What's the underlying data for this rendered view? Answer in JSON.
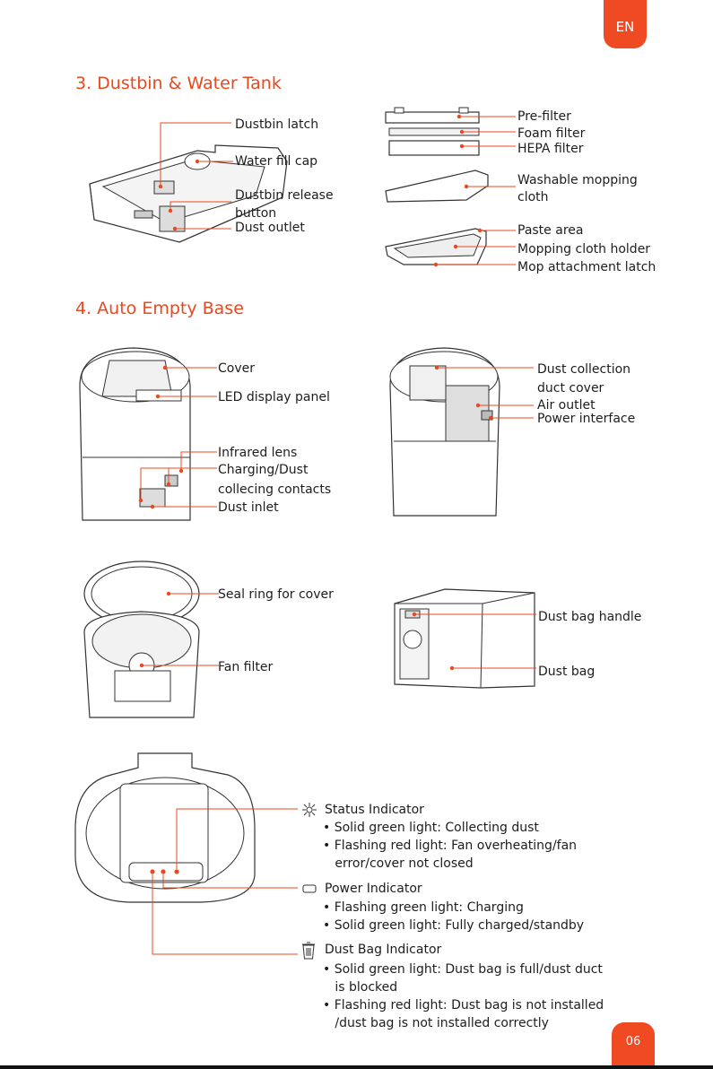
{
  "lang_tab": "EN",
  "page_number": "06",
  "colors": {
    "accent": "#f04a23",
    "text": "#1d1d1d",
    "line": "#e8491f"
  },
  "section3": {
    "title": "3. Dustbin & Water Tank",
    "dustbin_labels": [
      "Dustbin latch",
      "Water fill cap",
      "Dustbin release",
      "button",
      "Dust outlet"
    ],
    "tank_labels": [
      "Pre-filter",
      "Foam filter",
      "HEPA filter",
      "Washable mopping",
      "cloth",
      "Paste area",
      "Mopping cloth holder",
      "Mop attachment latch"
    ]
  },
  "section4": {
    "title": "4. Auto Empty Base",
    "front_labels": [
      "Cover",
      "LED display panel",
      "Infrared lens",
      "Charging/Dust",
      "collecing contacts",
      "Dust inlet"
    ],
    "back_labels": [
      "Dust collection",
      "duct cover",
      "Air outlet",
      "Power interface"
    ],
    "open_labels": [
      "Seal ring for cover",
      "Fan filter"
    ],
    "bag_labels": [
      "Dust bag handle",
      "Dust bag"
    ]
  },
  "indicators": [
    {
      "icon": "status-indicator-icon",
      "title": "Status Indicator",
      "lines": [
        "• Solid green light: Collecting dust",
        "• Flashing red light: Fan overheating/fan",
        "   error/cover not closed"
      ]
    },
    {
      "icon": "power-indicator-icon",
      "title": "Power Indicator",
      "lines": [
        "• Flashing green light: Charging",
        "• Solid green light: Fully charged/standby"
      ]
    },
    {
      "icon": "dust-bag-indicator-icon",
      "title": "Dust Bag Indicator",
      "lines": [
        "• Solid green light: Dust bag is full/dust duct",
        "   is blocked",
        "• Flashing red light: Dust bag is not installed",
        "   /dust bag is not installed correctly"
      ]
    }
  ]
}
